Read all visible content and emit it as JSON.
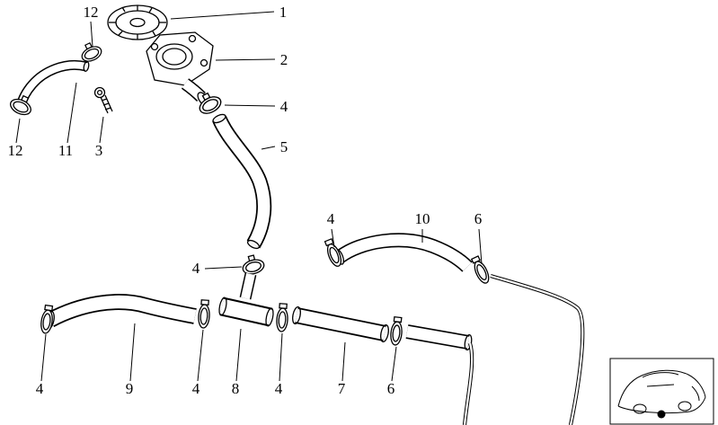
{
  "colors": {
    "background": "#ffffff",
    "line": "#000000"
  },
  "diagram": {
    "type": "exploded-parts-diagram",
    "callouts": [
      {
        "part": "12",
        "target": "clamp-small-hose-upper"
      },
      {
        "part": "1",
        "target": "radiator-cap"
      },
      {
        "part": "2",
        "target": "filler-neck"
      },
      {
        "part": "4",
        "target": "clamp-under-neck"
      },
      {
        "part": "5",
        "target": "upper-hose"
      },
      {
        "part": "12",
        "target": "clamp-small-hose-lower"
      },
      {
        "part": "11",
        "target": "small-vent-hose"
      },
      {
        "part": "3",
        "target": "bolt"
      },
      {
        "part": "4",
        "target": "clamp-hose10-left"
      },
      {
        "part": "10",
        "target": "hose-10"
      },
      {
        "part": "6",
        "target": "clamp-hose10-right"
      },
      {
        "part": "4",
        "target": "clamp-tee-top"
      },
      {
        "part": "4",
        "target": "clamp-hose9-left"
      },
      {
        "part": "9",
        "target": "hose-9"
      },
      {
        "part": "4",
        "target": "clamp-hose9-right"
      },
      {
        "part": "8",
        "target": "tee-connector"
      },
      {
        "part": "4",
        "target": "clamp-tee-right"
      },
      {
        "part": "7",
        "target": "hose-7"
      },
      {
        "part": "6",
        "target": "clamp-hose7-right"
      }
    ]
  }
}
